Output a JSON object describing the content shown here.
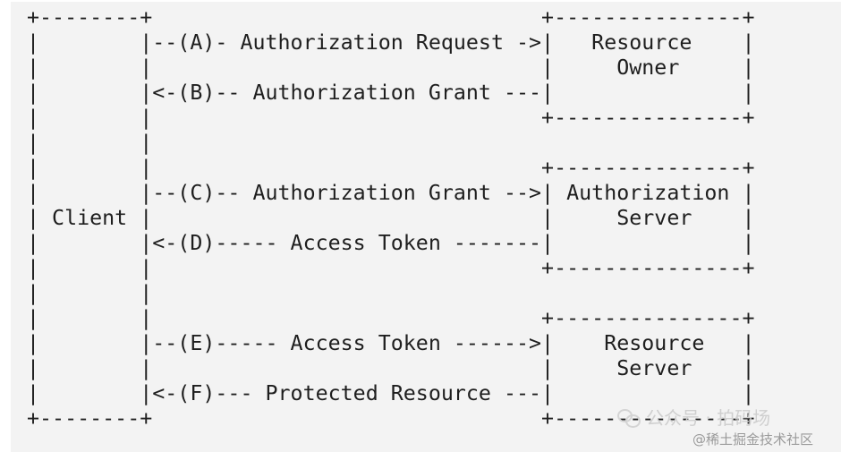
{
  "diagram": {
    "lines": [
      "+--------+                               +---------------+",
      "|        |--(A)- Authorization Request ->|   Resource    |",
      "|        |                               |     Owner     |",
      "|        |<-(B)-- Authorization Grant ---|               |",
      "|        |                               +---------------+",
      "|        |",
      "|        |                               +---------------+",
      "|        |--(C)-- Authorization Grant -->| Authorization |",
      "| Client |                               |     Server    |",
      "|        |<-(D)----- Access Token -------|               |",
      "|        |                               +---------------+",
      "|        |",
      "|        |                               +---------------+",
      "|        |--(E)----- Access Token ------>|    Resource   |",
      "|        |                               |     Server    |",
      "|        |<-(F)--- Protected Resource ---|               |",
      "+--------+                               +---------------+"
    ]
  },
  "watermark": {
    "wechat": "公众号 · 拍码场",
    "juejin": "@稀土掘金技术社区"
  }
}
